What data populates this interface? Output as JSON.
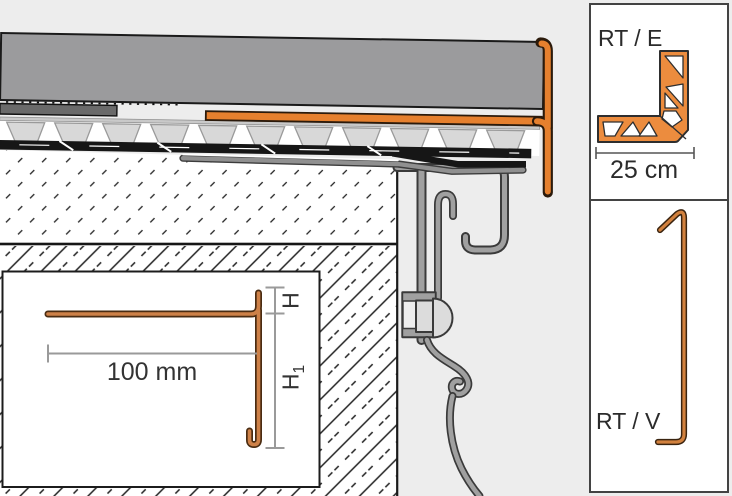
{
  "sidebar": {
    "panel_top": {
      "label": "RT / E",
      "dimension": "25 cm"
    },
    "panel_bottom": {
      "label": "RT / V"
    }
  },
  "inset": {
    "width_dimension": "100 mm",
    "height_label": "H",
    "height1_label": "H",
    "height1_sub": "1"
  },
  "colors": {
    "background": "#EDEDED",
    "accent_orange": "#E6802E",
    "icon_orange": "#EC8C3E",
    "inset_orange": "#CE8148",
    "slab_gray": "#9B9B9D",
    "bracket_gray": "#A0A0A0",
    "membrane_black": "#161616",
    "dimension_gray": "#9A9A9A"
  }
}
